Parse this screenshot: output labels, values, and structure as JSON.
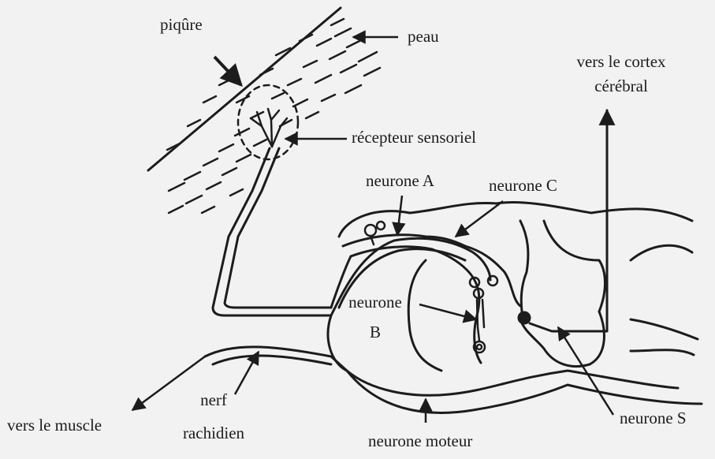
{
  "labels": {
    "piqure": "piqûre",
    "peau": "peau",
    "cortex_line1": "vers le cortex",
    "cortex_line2": "cérébral",
    "recepteur": "récepteur sensoriel",
    "neurone_a": "neurone A",
    "neurone_c": "neurone C",
    "neurone_b_line1": "neurone",
    "neurone_b_line2": "B",
    "nerf_line1": "nerf",
    "nerf_line2": "rachidien",
    "vers_muscle": "vers le muscle",
    "neurone_moteur": "neurone moteur",
    "neurone_s": "neurone S"
  },
  "colors": {
    "ink": "#1c1c1c",
    "background": "#f2f2f2"
  }
}
